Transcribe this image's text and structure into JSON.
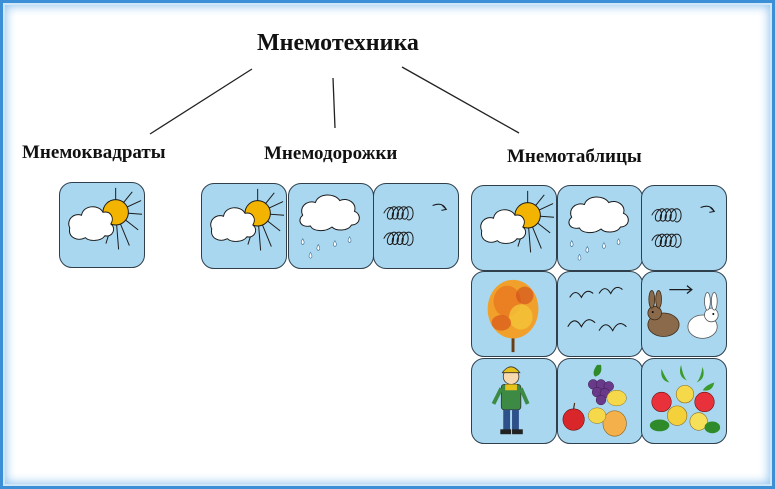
{
  "title": "Мнемотехника",
  "categories": [
    {
      "label": "Мнемоквадраты"
    },
    {
      "label": "Мнемодорожки"
    },
    {
      "label": "Мнемотаблицы"
    }
  ],
  "icons": {
    "sun_cloud": "sun-behind-cloud-icon",
    "rain_cloud": "rain-cloud-icon",
    "wind": "wind-icon",
    "autumn_tree": "autumn-tree-icon",
    "birds": "flying-birds-icon",
    "hares": "hare-changes-fur-icon",
    "child": "child-in-warm-clothes-icon",
    "fruits": "fruits-icon",
    "vegetables": "vegetables-icon"
  },
  "colors": {
    "tile": "#a9d7ef",
    "sun": "#f2b400",
    "frame": "#3a8fd6"
  }
}
